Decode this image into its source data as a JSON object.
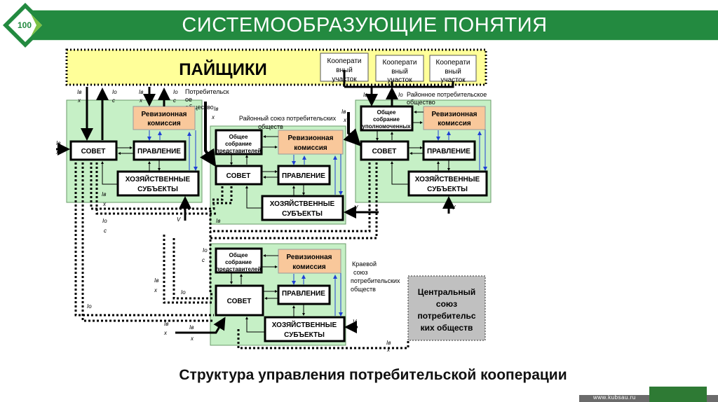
{
  "slide": {
    "title": "СИСТЕМООБРАЗУЮЩИЕ ПОНЯТИЯ",
    "logo": "100-years-logo",
    "caption": "Структура управления потребительской кооперации",
    "footer_url": "www.kubsau.ru",
    "colors": {
      "title_bar": "#238a40",
      "shareholders_fill": "#ffff99",
      "org_fill": "#c6f0c6",
      "audit_fill": "#f9c89b",
      "central_fill": "#c0c0c0",
      "blue_arrow": "#1f3fd6"
    }
  },
  "diagram": {
    "shareholders": {
      "label": "ПАЙЩИКИ",
      "sites": [
        "Кооперати вный участок",
        "Кооперати вный участок",
        "Кооперати вный участок"
      ]
    },
    "org1": {
      "label": "Потребительское общество",
      "audit": "Ревизионная комиссия",
      "council": "СОВЕТ",
      "board": "ПРАВЛЕНИЕ",
      "business": "ХОЗЯЙСТВЕННЫЕ СУБЪЕКТЫ"
    },
    "org2": {
      "label": "Районный союз потребительских обществ",
      "assembly": "Общее собрание представителей",
      "audit": "Ревизионная комиссия",
      "council": "СОВЕТ",
      "board": "ПРАВЛЕНИЕ",
      "business": "ХОЗЯЙСТВЕННЫЕ СУБЪЕКТЫ"
    },
    "org3": {
      "label": "Районное потребительское общество",
      "assembly": "Общее собрание уполномоченных",
      "audit": "Ревизионная комиссия",
      "council": "СОВЕТ",
      "board": "ПРАВЛЕНИЕ",
      "business": "ХОЗЯЙСТВЕННЫЕ СУБЪЕКТЫ"
    },
    "org4": {
      "label": "Краевой союз потребительских обществ",
      "assembly": "Общее собрание представителей",
      "audit": "Ревизионная комиссия",
      "council": "СОВЕТ",
      "board": "ПРАВЛЕНИЕ",
      "business": "ХОЗЯЙСТВЕННЫЕ СУБЪЕКТЫ"
    },
    "central": {
      "label": "Центральный союз потребительских обществ"
    },
    "flow_labels": {
      "in": "Iв",
      "out": "Iо",
      "in_sub": "х",
      "out_sub": "с",
      "v": "V"
    }
  }
}
